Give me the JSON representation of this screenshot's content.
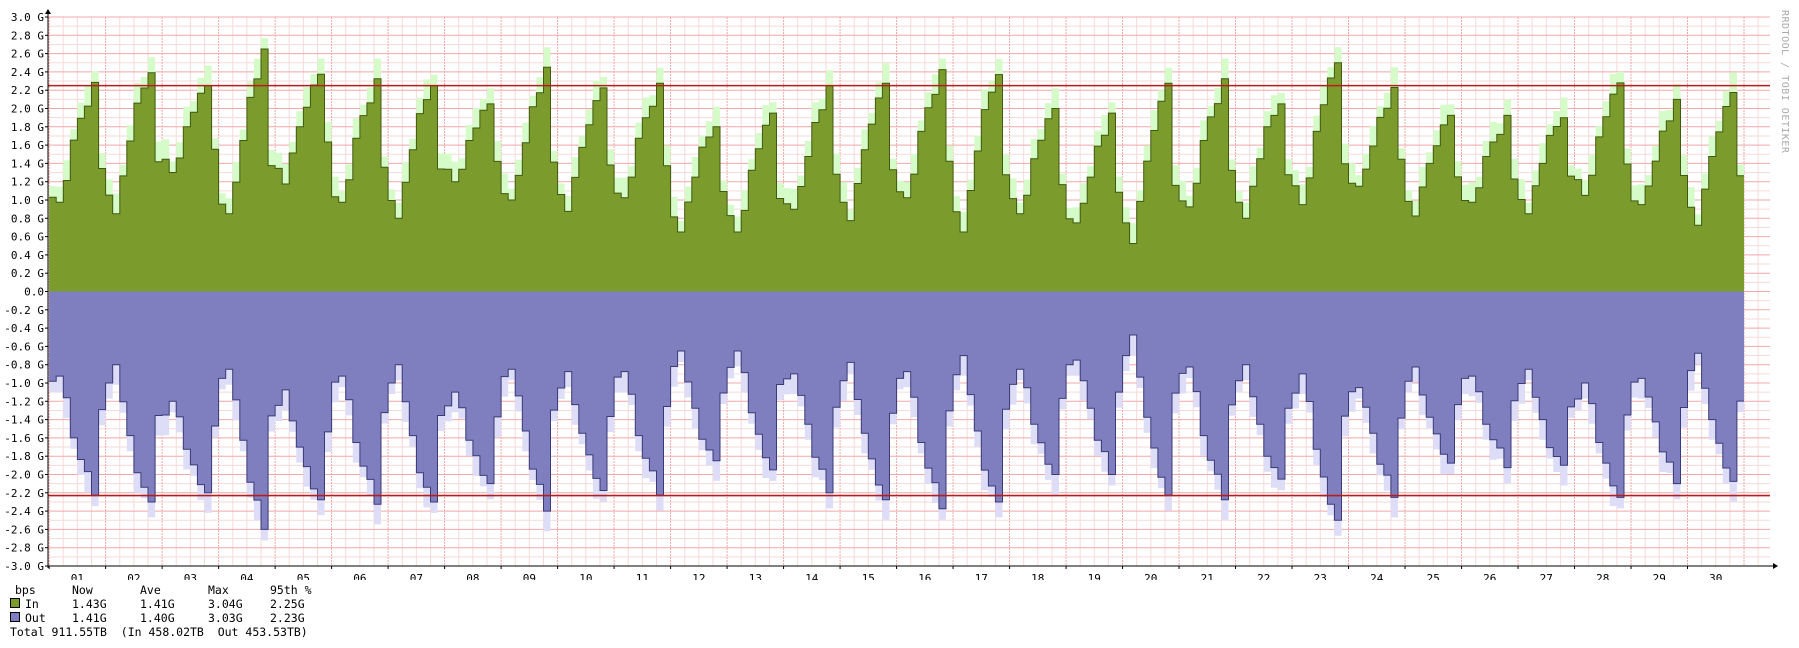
{
  "colors": {
    "in_fill": "#7b9b2d",
    "in_line": "#3f5a0e",
    "in_max": "#d5fbc8",
    "out_fill": "#7f7fbf",
    "out_line": "#3a3a78",
    "out_max": "#ddddf7",
    "percentile_line": "#b41e1e",
    "grid_major": "#f2a8a8",
    "grid_minor": "#f7dada"
  },
  "chart_data": {
    "type": "area",
    "title": "",
    "unit": "bps",
    "ylim": [
      -3.0,
      3.0
    ],
    "y_ticks": [
      "3.0 G",
      "2.8 G",
      "2.6 G",
      "2.4 G",
      "2.2 G",
      "2.0 G",
      "1.8 G",
      "1.6 G",
      "1.4 G",
      "1.2 G",
      "1.0 G",
      "0.8 G",
      "0.6 G",
      "0.4 G",
      "0.2 G",
      "0.0",
      "-0.2 G",
      "-0.4 G",
      "-0.6 G",
      "-0.8 G",
      "-1.0 G",
      "-1.2 G",
      "-1.4 G",
      "-1.6 G",
      "-1.8 G",
      "-2.0 G",
      "-2.2 G",
      "-2.4 G",
      "-2.6 G",
      "-2.8 G",
      "-3.0 G"
    ],
    "x_ticks": [
      "01",
      "02",
      "03",
      "04",
      "05",
      "06",
      "07",
      "08",
      "09",
      "10",
      "11",
      "12",
      "13",
      "14",
      "15",
      "16",
      "17",
      "18",
      "19",
      "20",
      "21",
      "22",
      "23",
      "24",
      "25",
      "26",
      "27",
      "28",
      "29",
      "30"
    ],
    "grid": true,
    "x": [
      "01",
      "02",
      "03",
      "04",
      "05",
      "06",
      "07",
      "08",
      "09",
      "10",
      "11",
      "12",
      "13",
      "14",
      "15",
      "16",
      "17",
      "18",
      "19",
      "20",
      "21",
      "22",
      "23",
      "24",
      "25",
      "26",
      "27",
      "28",
      "29",
      "30"
    ],
    "daily_peak_in": [
      2.26,
      2.44,
      2.25,
      2.6,
      2.4,
      2.3,
      2.3,
      2.05,
      2.4,
      2.25,
      2.25,
      1.85,
      1.95,
      2.2,
      2.3,
      2.4,
      2.42,
      2.0,
      1.9,
      2.3,
      2.3,
      2.1,
      2.5,
      2.18,
      1.95,
      1.9,
      1.95,
      2.28,
      2.05,
      2.2
    ],
    "daily_min_in": [
      0.95,
      0.9,
      1.3,
      0.8,
      1.2,
      0.95,
      0.85,
      1.2,
      0.95,
      0.9,
      1.0,
      0.7,
      0.65,
      0.85,
      0.8,
      1.0,
      0.7,
      0.85,
      0.7,
      0.55,
      0.9,
      0.85,
      0.95,
      1.1,
      0.85,
      0.95,
      0.9,
      1.05,
      0.9,
      0.75
    ],
    "daily_peak_out": [
      2.2,
      2.35,
      2.2,
      2.55,
      2.3,
      2.3,
      2.35,
      2.1,
      2.35,
      2.2,
      2.2,
      1.9,
      1.95,
      2.15,
      2.3,
      2.35,
      2.35,
      2.0,
      1.95,
      2.25,
      2.25,
      2.1,
      2.5,
      2.2,
      1.9,
      1.9,
      1.95,
      2.25,
      2.05,
      2.1
    ],
    "daily_min_out": [
      0.9,
      0.85,
      1.2,
      0.8,
      1.1,
      0.9,
      0.85,
      1.1,
      0.8,
      0.9,
      0.85,
      0.7,
      0.65,
      0.85,
      0.8,
      0.85,
      0.75,
      0.85,
      0.7,
      0.5,
      0.8,
      0.85,
      0.9,
      1.0,
      0.85,
      0.9,
      0.9,
      1.0,
      0.9,
      0.7
    ],
    "series": [
      {
        "name": "In",
        "now": "1.43G",
        "ave": "1.41G",
        "max": "3.04G",
        "p95": "2.25G",
        "p95_value": 2.25
      },
      {
        "name": "Out",
        "now": "1.41G",
        "ave": "1.40G",
        "max": "3.03G",
        "p95": "2.23G",
        "p95_value": -2.23
      }
    ]
  },
  "legend": {
    "headers": [
      "bps",
      "Now",
      "Ave",
      "Max",
      "95th %"
    ],
    "rows": [
      {
        "label": "In",
        "now": "1.43G",
        "ave": "1.41G",
        "max": "3.04G",
        "p95": "2.25G"
      },
      {
        "label": "Out",
        "now": "1.41G",
        "ave": "1.40G",
        "max": "3.03G",
        "p95": "2.23G"
      }
    ],
    "total": "Total 911.55TB  (In 458.02TB  Out 453.53TB)"
  },
  "watermark": "RRDTOOL / TOBI OETIKER"
}
